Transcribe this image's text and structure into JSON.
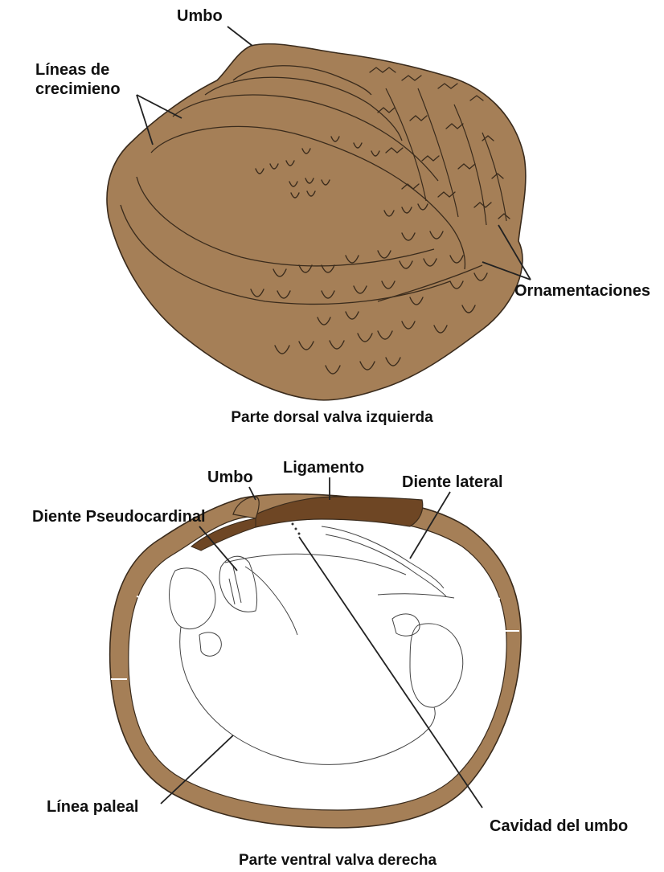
{
  "colors": {
    "shell": "#a57f57",
    "shell_outline": "#3a2b1c",
    "ligament": "#6e4624",
    "inner": "#ffffff",
    "line": "#222222"
  },
  "top_figure": {
    "caption": "Parte dorsal valva izquierda",
    "labels": {
      "umbo": "Umbo",
      "growth_lines_1": "Líneas de",
      "growth_lines_2": "crecimieno",
      "ornamentation": "Ornamentaciones"
    }
  },
  "bottom_figure": {
    "caption": "Parte ventral valva derecha",
    "labels": {
      "umbo": "Umbo",
      "ligament": "Ligamento",
      "lateral_tooth": "Diente lateral",
      "pseudocardinal_tooth": "Diente Pseudocardinal",
      "pallial_line": "Línea paleal",
      "umbo_cavity": "Cavidad del umbo"
    }
  }
}
